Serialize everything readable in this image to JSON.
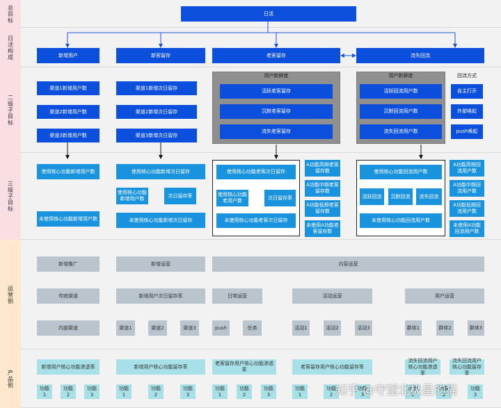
{
  "rows": {
    "goal": "总目标",
    "dau_breakdown": "日活构成",
    "level2": "二级子目标",
    "level3": "三级子目标",
    "operations": "运营侧",
    "product": "产品侧"
  },
  "top": {
    "dau": "日活"
  },
  "composition": {
    "new_users": "新增用户",
    "new_retention": "新客留存",
    "old_retention": "老客留存",
    "churn_return": "流失回流"
  },
  "level2": {
    "channel1_new": "渠道1新增用户数",
    "channel2_new": "渠道2新增用户数",
    "channel3_new": "渠道3新增用户数",
    "channel1_d1": "渠道1新增次日留存",
    "channel2_d1": "渠道2新增次日留存",
    "channel3_d1": "渠道3新增次日留存",
    "freshness_title_old": "用户新鲜度",
    "active_old": "活跃老客留存",
    "silent_old": "沉默老客留存",
    "lost_old": "流失老客留存",
    "freshness_title_return": "用户新鲜度",
    "active_return": "活跃回流用户数",
    "silent_return": "沉默回流用户数",
    "lost_return": "流失回流用户数",
    "return_method_title": "回流方式",
    "self_open": "自主打开",
    "external_wake": "外部唤起",
    "push_wake": "push唤起"
  },
  "level3": {
    "core_new_users": "使用核心功能新增用户数",
    "noncore_new_users": "未使用核心功能新增用户数",
    "core_new_d1": "使用核心功能新增次日留存",
    "core_new_count": "使用核心功能新增用户数",
    "d1_rate_new": "次日留存率",
    "noncore_new_d1": "未使用核心功能新增次日留存",
    "core_old_d1": "使用核心功能老客次日留存",
    "core_old_count": "使用核心功能老用户数",
    "d1_rate_old": "次日留存率",
    "noncore_old_d1": "未使用核心功能老客次日留存",
    "a_high_old": "A功能高频老客留存数",
    "a_mid_old": "A功能中频老客留存数",
    "a_low_old": "A功能低频老客留存数",
    "no_a_old": "未使用A功能老客留存数",
    "core_return": "使用核心功能回流用户数",
    "active_ret": "活跃回流",
    "silent_ret": "沉默回流",
    "lost_ret": "流失回流",
    "noncore_return": "未使用核心功能回流用户数",
    "a_high_ret": "A功能高频回流用户数",
    "a_mid_ret": "A功能中频回流用户数",
    "a_low_ret": "A功能低频回流用户数",
    "no_a_ret": "未使用A功能回流用户数"
  },
  "operations": {
    "new_promo": "新增推广",
    "new_ops": "新增运营",
    "content_ops": "内容运营",
    "traditional": "传统渠道",
    "new_d1_rate": "新增用户次日留存率",
    "daily_ops": "日常运营",
    "event_ops": "活动运营",
    "user_ops": "用户运营",
    "internal": "内部渠道",
    "channel1": "渠道1",
    "channel2": "渠道2",
    "channel3": "渠道3",
    "push": "push",
    "task": "任务",
    "event1": "活动1",
    "event2": "活动2",
    "event3": "活动3",
    "group1": "群体1",
    "group2": "群体2",
    "group3": "群体3"
  },
  "product": {
    "new_core_penetration": "新增用户核心功能渗透率",
    "new_core_retention": "新增用户核心功能留存率",
    "old_core_penetration": "老客留存用户核心功能渗透率",
    "old_core_retention": "老客留存用户核心功能留存率",
    "churn_core_penetration": "流失回流用户核心功能渗透率",
    "churn_core_retention": "流失回流用户核心功能留存率",
    "f1": "功能1",
    "f2": "功能2",
    "f3": "功能3"
  },
  "watermark": "知乎 @守望北极星的猫",
  "colors": {
    "dark_blue": "#0b4fdc",
    "light_blue": "#1a93de",
    "gray_box": "#b9c4cd",
    "cyan_box": "#a7e0e6",
    "pink_band": "#f9dfe2",
    "orange_band": "#fde7cd"
  }
}
